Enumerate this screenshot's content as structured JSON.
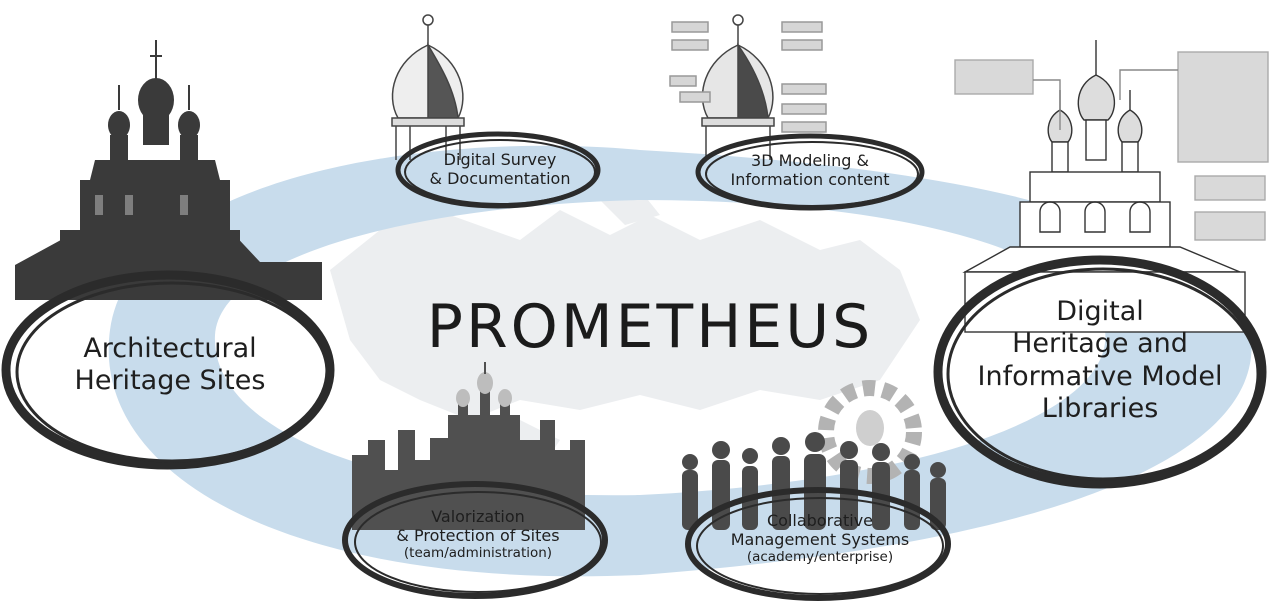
{
  "title": "PROMETHEUS",
  "colors": {
    "ring": "#c8dcec",
    "silhouette": "#3a3a3a",
    "ellipse_stroke": "#2b2b2b",
    "map": "#e9ecee"
  },
  "nodes": {
    "architectural_heritage": {
      "line1": "Architectural",
      "line2": "Heritage Sites",
      "icon": "church-silhouette-icon"
    },
    "digital_survey": {
      "line1": "Digital Survey",
      "line2": "& Documentation",
      "icon": "onion-dome-sketch-icon"
    },
    "modeling": {
      "line1": "3D Modeling &",
      "line2": "Information content",
      "icon": "onion-dome-model-icon"
    },
    "digital_heritage": {
      "line1": "Digital",
      "line2": "Heritage and",
      "line3": "Informative Model",
      "line4": "Libraries",
      "icon": "church-drawing-icon"
    },
    "valorization": {
      "line1": "Valorization",
      "line2": "& Protection of Sites",
      "line3": "(team/administration)",
      "icon": "city-skyline-icon"
    },
    "collaborative": {
      "line1": "Collaborative",
      "line2": "Management Systems",
      "line3": "(academy/enterprise)",
      "icon": "people-gear-icon"
    }
  }
}
